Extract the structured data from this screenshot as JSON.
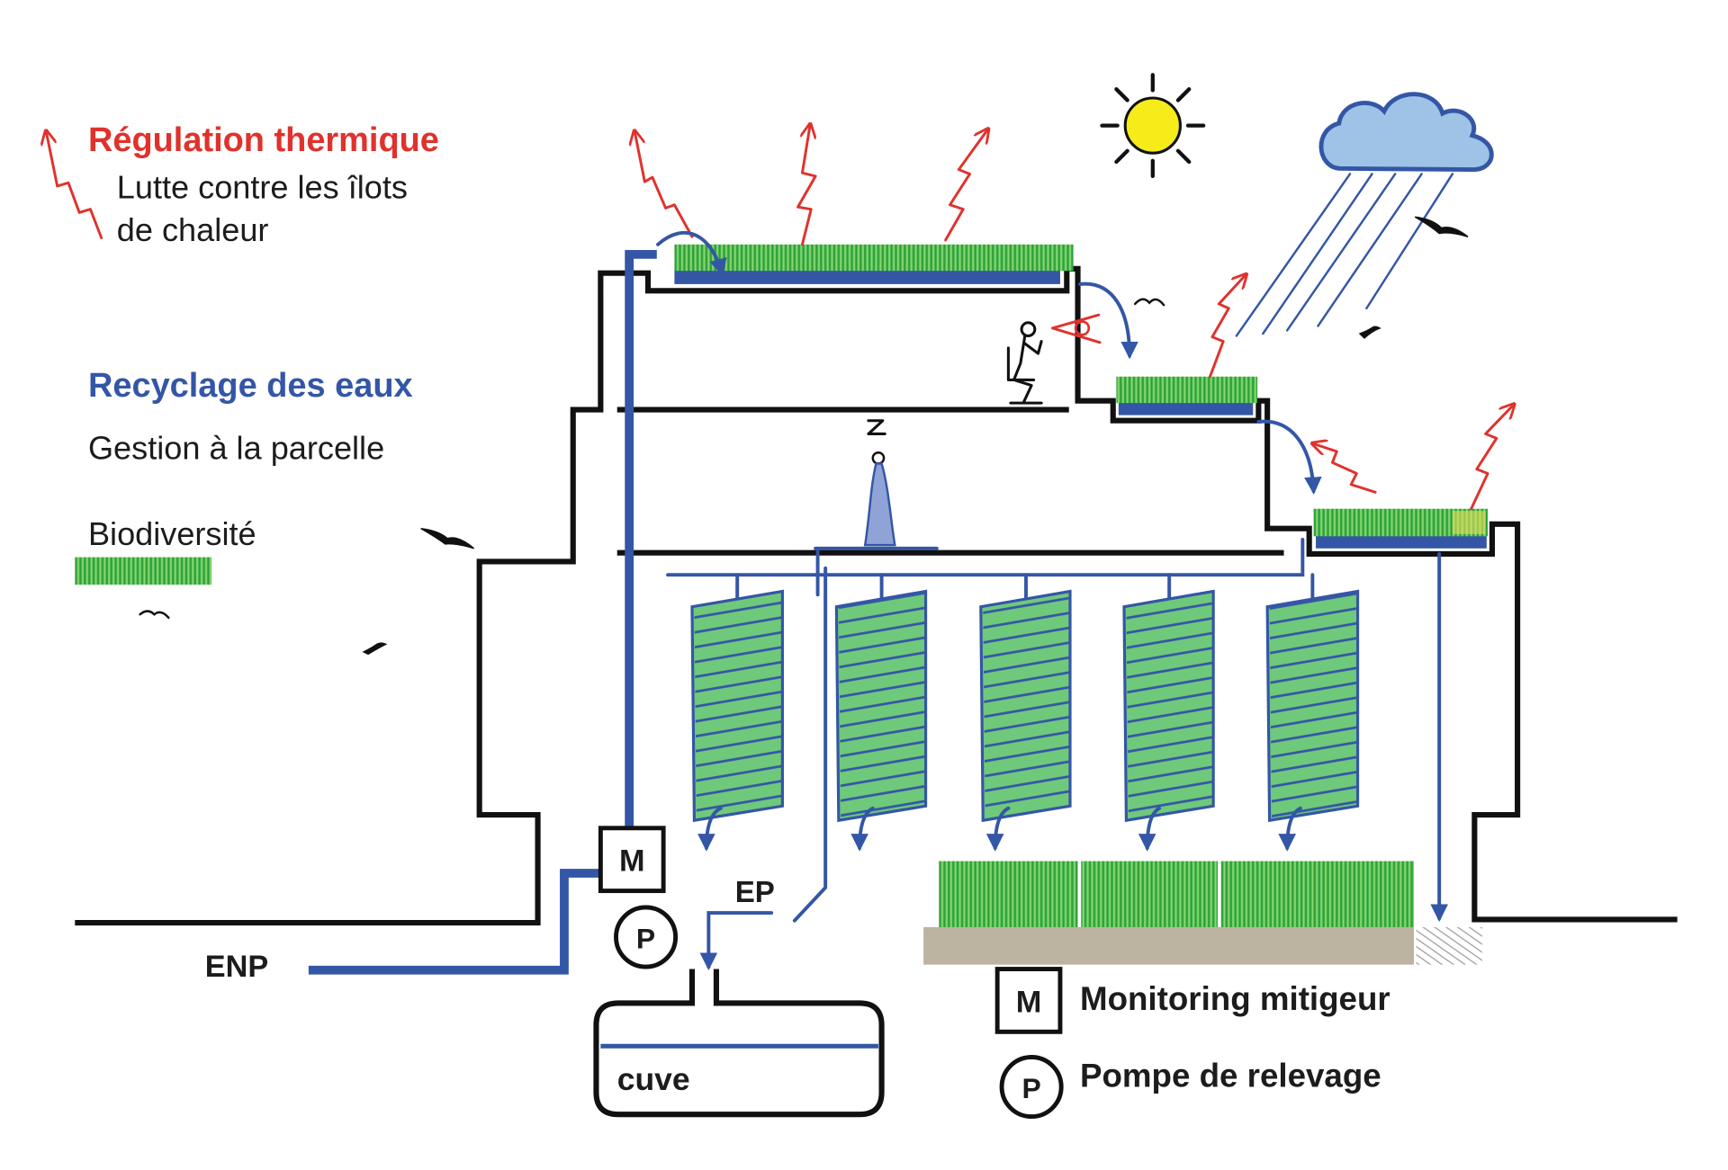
{
  "legend": {
    "thermal_title": "Régulation thermique",
    "thermal_line1": "Lutte contre les îlots",
    "thermal_line2": "de chaleur",
    "water_title": "Recyclage des eaux",
    "water_subtitle": "Gestion à la parcelle",
    "biodiversity": "Biodiversité"
  },
  "labels": {
    "monitor_symbol": "M",
    "pump_symbol": "P",
    "ep": "EP",
    "enp": "ENP",
    "tank": "cuve"
  },
  "key": {
    "monitor_symbol": "M",
    "monitor_label": "Monitoring mitigeur",
    "pump_symbol": "P",
    "pump_label": "Pompe de relevage"
  },
  "icons": [
    "sun-icon",
    "rain-cloud-icon",
    "bird-icon",
    "person-icon",
    "eye-icon"
  ],
  "colors": {
    "thermal": "#e0322c",
    "water": "#3456a6",
    "vegetation": "#4dbb4d",
    "vegetation_light": "#6fc97a",
    "sun": "#f5ec1a",
    "cloud": "#9ec3e6",
    "soil": "#bcb3a0",
    "structure": "#111111"
  }
}
